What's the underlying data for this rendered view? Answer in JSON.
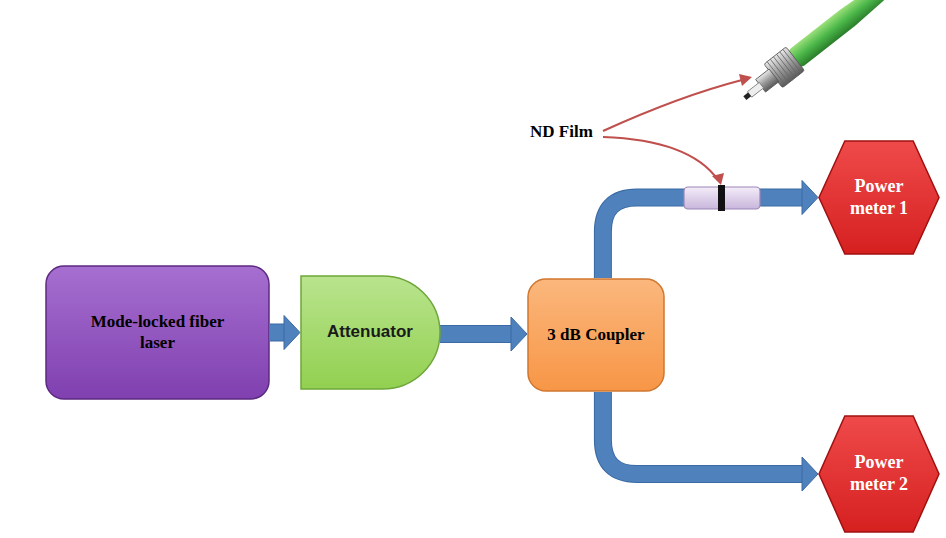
{
  "diagram": {
    "nodes": [
      {
        "text": [
          "Mode-locked fiber laser"
        ]
      },
      {
        "text": [
          "Attenuator"
        ]
      },
      {
        "text": [
          "3 dB Coupler"
        ]
      },
      {
        "text": [
          "Power meter 1"
        ]
      },
      {
        "text": [
          "Power meter 2"
        ]
      }
    ],
    "edges": [
      {
        "from": 0,
        "to": 1,
        "arrow": "to"
      },
      {
        "from": 1,
        "to": 2,
        "arrow": "to"
      },
      {
        "from": 2,
        "to": 3,
        "arrow": "to"
      },
      {
        "from": 2,
        "to": 4,
        "arrow": "to"
      }
    ],
    "labels": [
      "ND Film"
    ]
  }
}
